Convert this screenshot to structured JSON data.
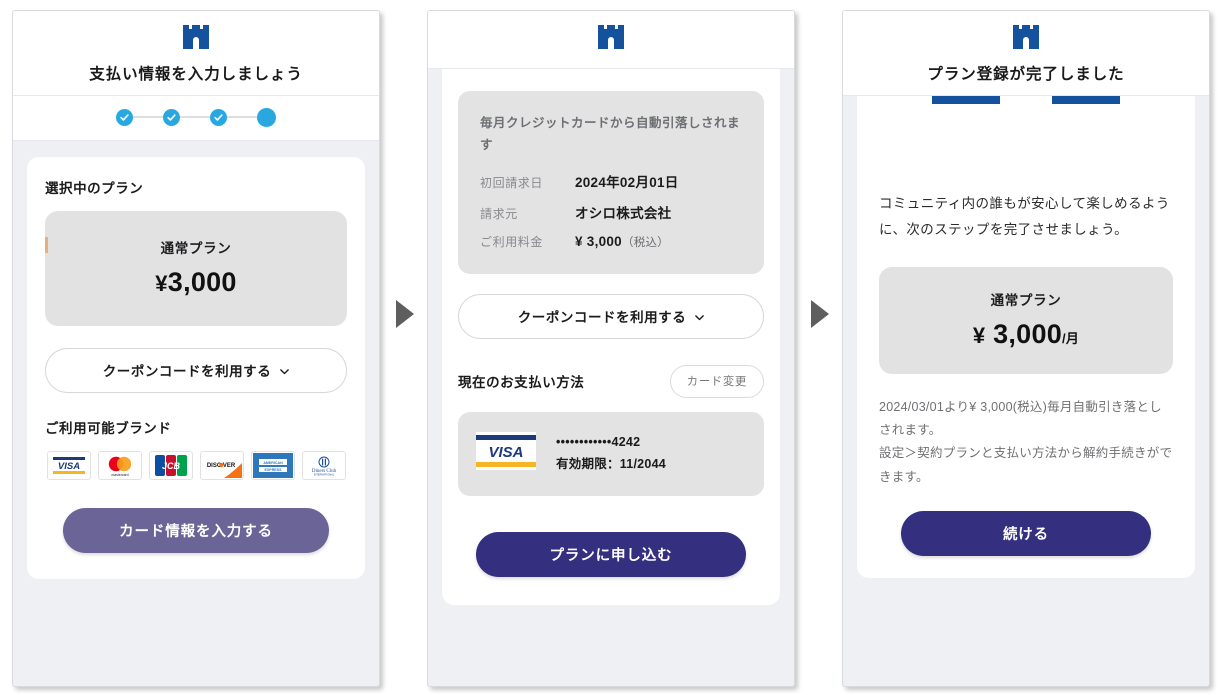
{
  "brand": {
    "logo_icon": "castle-icon",
    "logo_color": "#14529e",
    "accent_step": "#29a8e0",
    "cta_light": "#6b6497",
    "cta_deep": "#352f80"
  },
  "flow": {
    "arrow_icon": "triangle-right-icon",
    "arrows": 2
  },
  "screen1": {
    "title": "支払い情報を入力しましょう",
    "steps": [
      {
        "state": "done",
        "icon": "check-icon"
      },
      {
        "state": "done",
        "icon": "check-icon"
      },
      {
        "state": "done",
        "icon": "check-icon"
      },
      {
        "state": "current",
        "icon": "dot-icon"
      }
    ],
    "section_title": "選択中のプラン",
    "plan": {
      "name": "通常プラン",
      "currency": "¥",
      "price": "3,000"
    },
    "coupon_label": "クーポンコードを利用する",
    "coupon_chevron": "chevron-down-icon",
    "brands_title": "ご利用可能ブランド",
    "brands": [
      {
        "name": "visa",
        "label": "VISA"
      },
      {
        "name": "mastercard",
        "label": "mastercard"
      },
      {
        "name": "jcb",
        "label": "JCB"
      },
      {
        "name": "discover",
        "label": "DISC VER"
      },
      {
        "name": "amex",
        "label": "AMERICAN EXPRESS"
      },
      {
        "name": "diners-club",
        "label": "Diners Club INTERNATIONAL"
      }
    ],
    "cta_label": "カード情報を入力する"
  },
  "screen2": {
    "summary_lead": "毎月クレジットカードから自動引落しされます",
    "rows": [
      {
        "key": "初回請求日",
        "value": "2024年02月01日",
        "suffix": ""
      },
      {
        "key": "請求元",
        "value": "オシロ株式会社",
        "suffix": ""
      },
      {
        "key": "ご利用料金",
        "value": "¥ 3,000",
        "suffix": "（税込）"
      }
    ],
    "coupon_label": "クーポンコードを利用する",
    "coupon_chevron": "chevron-down-icon",
    "payment_title": "現在のお支払い方法",
    "change_card_label": "カード変更",
    "card": {
      "brand": "visa",
      "brand_label": "VISA",
      "number": "••••••••••••4242",
      "expiry": "有効期限：11/2044"
    },
    "cta_label": "プランに申し込む"
  },
  "screen3": {
    "title": "プラン登録が完了しました",
    "bars": 2,
    "lead": "コミュニティ内の誰もが安心して楽しめるように、次のステップを完了させましょう。",
    "plan": {
      "name": "通常プラン",
      "currency": "¥",
      "price": "3,000",
      "period": "/月"
    },
    "note_line1": "2024/03/01より¥ 3,000(税込)毎月自動引き落としされます。",
    "note_line2": "設定＞契約プランと支払い方法から解約手続きができます。",
    "cta_label": "続ける"
  }
}
